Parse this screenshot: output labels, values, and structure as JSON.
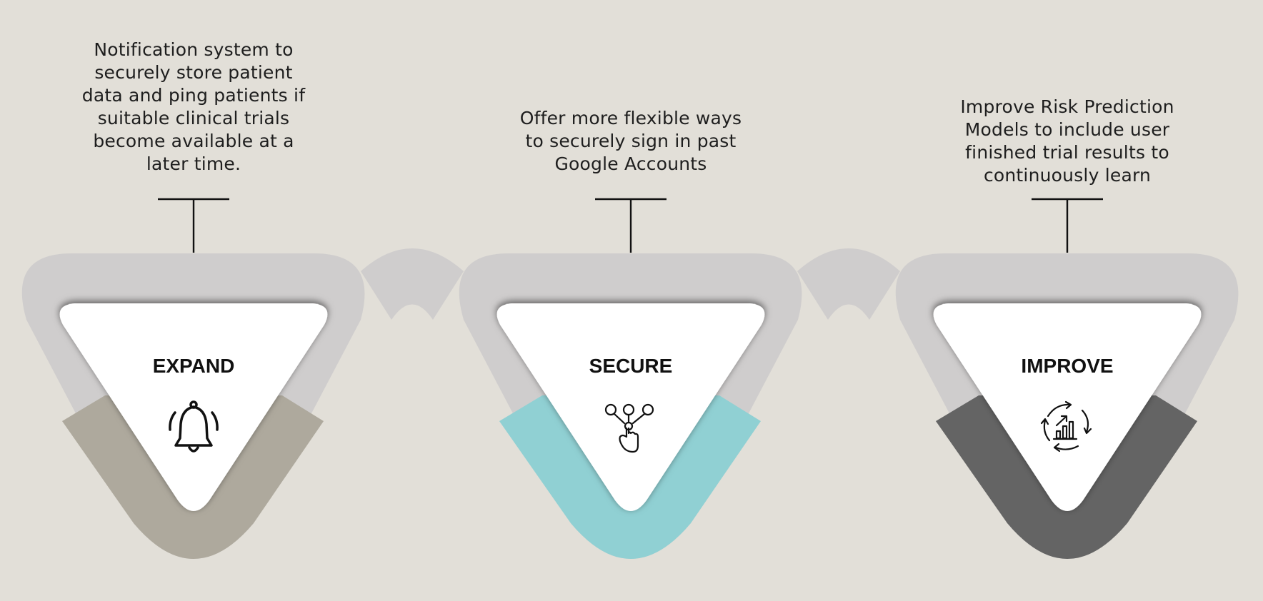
{
  "steps": [
    {
      "title": "EXPAND",
      "description": "Notification system to securely store patient data and ping patients if suitable clinical trials become available at a later time.",
      "icon": "bell-icon",
      "accent": "#aea99d"
    },
    {
      "title": "SECURE",
      "description": "Offer more flexible ways to securely sign in past Google Accounts",
      "icon": "network-touch-icon",
      "accent": "#90d0d3"
    },
    {
      "title": "IMPROVE",
      "description": "Improve Risk Prediction Models to include user finished trial results to continuously learn",
      "icon": "growth-cycle-icon",
      "accent": "#646464"
    }
  ],
  "colors": {
    "background": "#e2dfd8",
    "band": "#cfcdcd",
    "inner": "#ffffff",
    "text": "#1e1e1e"
  }
}
